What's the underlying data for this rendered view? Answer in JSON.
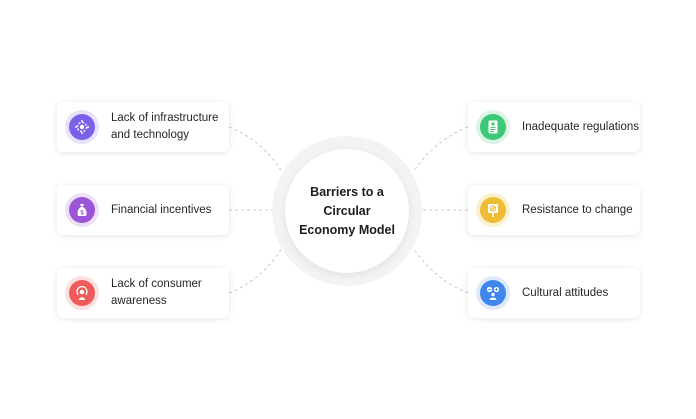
{
  "center": {
    "title": "Barriers to a Circular Economy Model"
  },
  "barriers": {
    "left": [
      {
        "label": "Lack of infrastructure and technology",
        "icon": "infrastructure-icon",
        "color": "#7b61e8"
      },
      {
        "label": "Financial incentives",
        "icon": "money-bag-icon",
        "color": "#9b55d6"
      },
      {
        "label": "Lack of consumer awareness",
        "icon": "awareness-icon",
        "color": "#ef5b5b"
      }
    ],
    "right": [
      {
        "label": "Inadequate regulations",
        "icon": "document-icon",
        "color": "#3dc878"
      },
      {
        "label": "Resistance to change",
        "icon": "blocked-sign-icon",
        "color": "#eebc35"
      },
      {
        "label": "Cultural attitudes",
        "icon": "people-icon",
        "color": "#3f87ea"
      }
    ]
  }
}
